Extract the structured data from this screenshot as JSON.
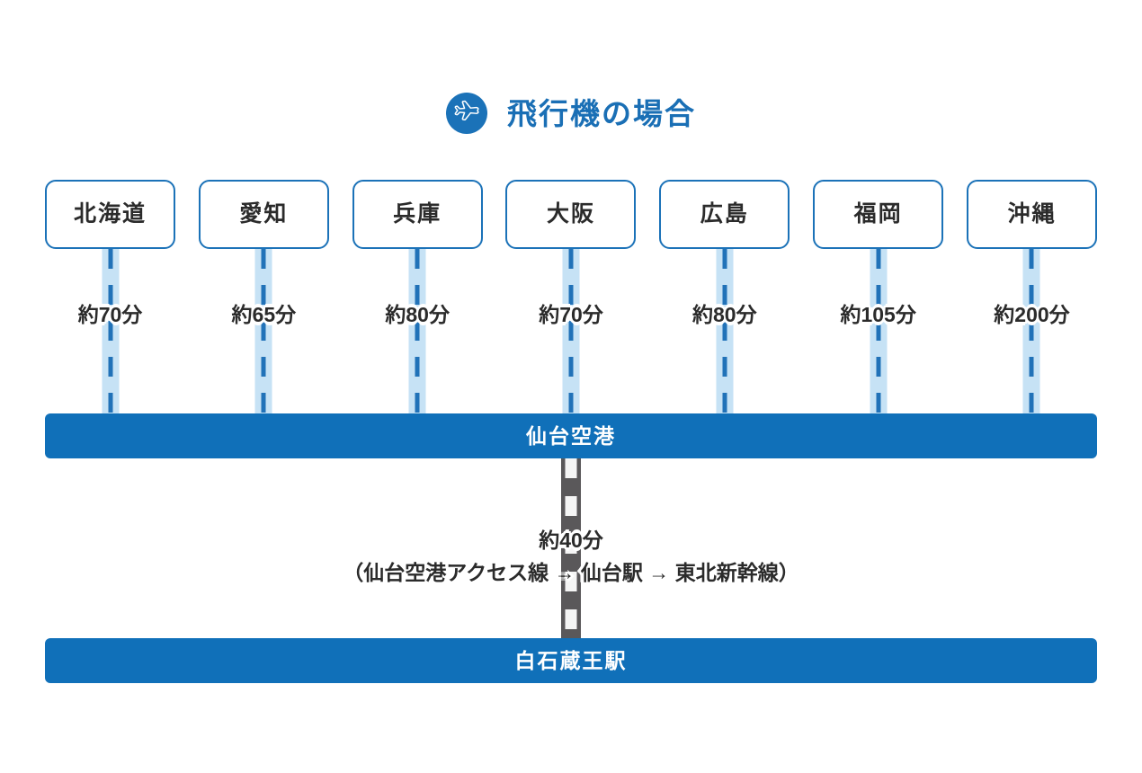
{
  "header": {
    "icon": "airplane-icon",
    "title": "飛行機の場合",
    "title_color": "#1a6fb5",
    "icon_bg_color": "#1b72b8"
  },
  "colors": {
    "accent_blue": "#1070b9",
    "box_border": "#1b72b8",
    "lane_band": "#c6e2f5",
    "lane_dash": "#2172b8",
    "rail_dark": "#5a585a",
    "rail_tie": "#f5f5f5",
    "text_dark": "#2b2b2b"
  },
  "origins": [
    {
      "name": "北海道",
      "duration": "約70分"
    },
    {
      "name": "愛知",
      "duration": "約65分"
    },
    {
      "name": "兵庫",
      "duration": "約80分"
    },
    {
      "name": "大阪",
      "duration": "約70分"
    },
    {
      "name": "広島",
      "duration": "約80分"
    },
    {
      "name": "福岡",
      "duration": "約105分"
    },
    {
      "name": "沖縄",
      "duration": "約200分"
    }
  ],
  "hubs": {
    "airport": "仙台空港",
    "station": "白石蔵王駅"
  },
  "rail_leg": {
    "duration": "約40分",
    "route": "（仙台空港アクセス線 → 仙台駅 → 東北新幹線）"
  }
}
